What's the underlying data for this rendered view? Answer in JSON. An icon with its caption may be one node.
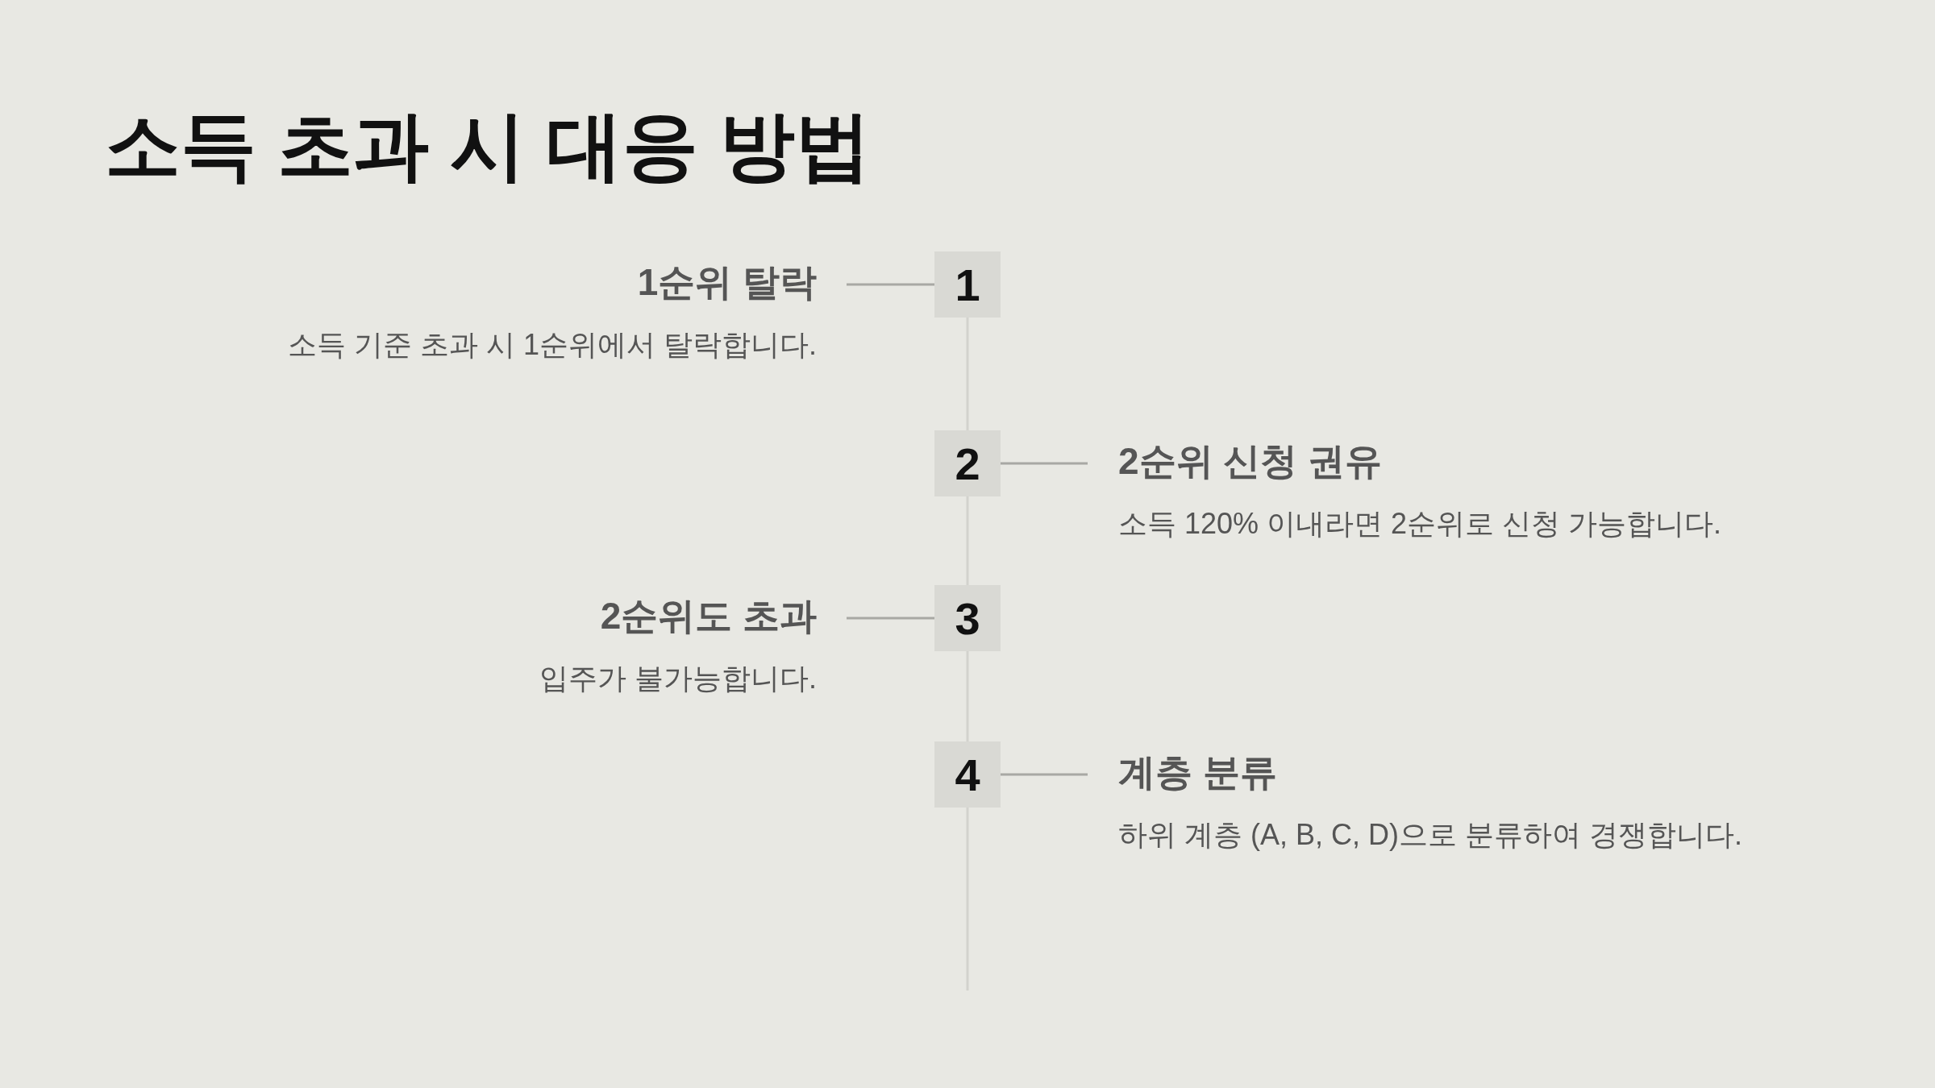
{
  "diagram": {
    "title": "소득 초과 시 대응 방법",
    "nodes": [
      {
        "text": [
          "1순위 탈락",
          "소득 기준 초과 시 1순위에서 탈락합니다."
        ]
      },
      {
        "text": [
          "1"
        ]
      },
      {
        "text": [
          "2"
        ]
      },
      {
        "text": [
          "2순위 신청 권유",
          "소득 120% 이내라면 2순위로 신청 가능합니다."
        ]
      },
      {
        "text": [
          "2순위도 초과",
          "입주가 불가능합니다."
        ]
      },
      {
        "text": [
          "3"
        ]
      },
      {
        "text": [
          "4"
        ]
      },
      {
        "text": [
          "계층 분류",
          "하위 계층 (A, B, C, D)으로 분류하여 경쟁합니다."
        ]
      }
    ],
    "edges": [
      {
        "from": 0,
        "to": 1,
        "arrow": "none"
      },
      {
        "from": 2,
        "to": 3,
        "arrow": "none"
      },
      {
        "from": 4,
        "to": 5,
        "arrow": "none"
      },
      {
        "from": 6,
        "to": 7,
        "arrow": "none"
      },
      {
        "from": 1,
        "to": 2,
        "arrow": "none"
      },
      {
        "from": 2,
        "to": 5,
        "arrow": "none"
      },
      {
        "from": 5,
        "to": 6,
        "arrow": "none"
      },
      {
        "from": 6,
        "to": null,
        "arrow": "none"
      }
    ]
  }
}
